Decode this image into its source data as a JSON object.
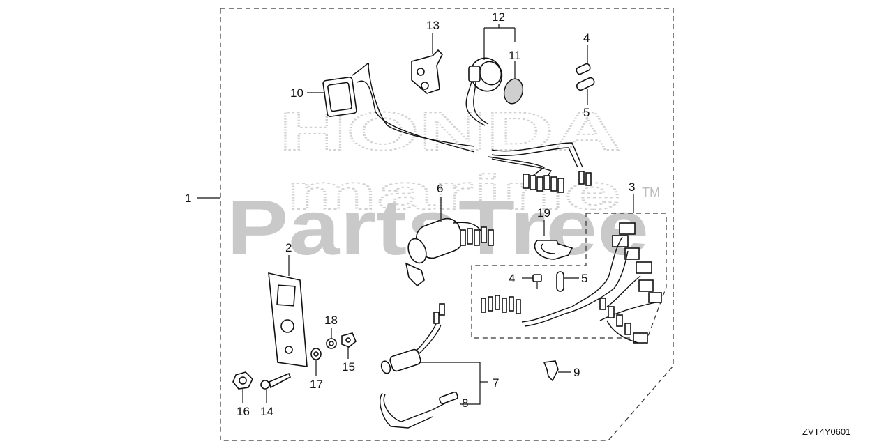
{
  "watermark": {
    "brand": "PartsTree",
    "trademark": "TM",
    "background_top": "HONDA",
    "background_bottom": "marine"
  },
  "diagram_code": "ZVT4Y0601",
  "callouts": {
    "c1": "1",
    "c2": "2",
    "c3": "3",
    "c4a": "4",
    "c4b": "4",
    "c5a": "5",
    "c5b": "5",
    "c6": "6",
    "c7": "7",
    "c8": "8",
    "c9": "9",
    "c10": "10",
    "c11": "11",
    "c12": "12",
    "c13": "13",
    "c14": "14",
    "c15": "15",
    "c16": "16",
    "c17": "17",
    "c18": "18",
    "c19": "19"
  },
  "colors": {
    "line": "#111111",
    "watermark": "#c9c9c9",
    "background": "#ffffff"
  }
}
